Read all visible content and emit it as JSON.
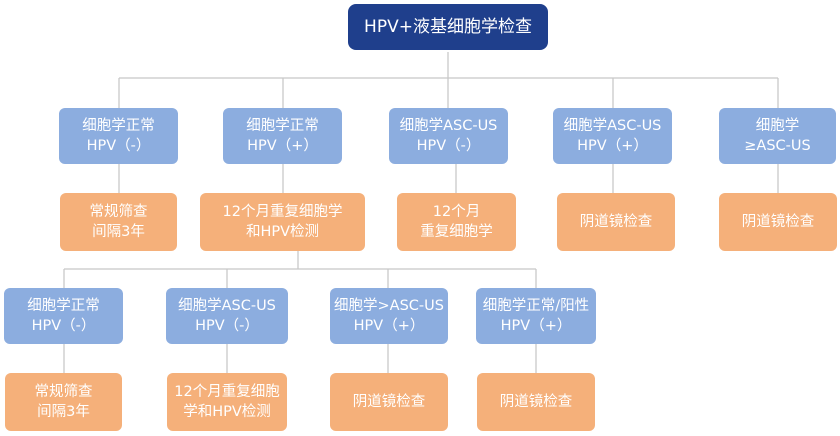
{
  "colors": {
    "root": "#1f3f8c",
    "condition_box": "#8caddf",
    "action_box": "#f5b07a",
    "connector": "#c8c8c8"
  },
  "root": {
    "label": "HPV+液基细胞学检查"
  },
  "level1_conditions": [
    {
      "label": "细胞学正常\nHPV（-）"
    },
    {
      "label": "细胞学正常\nHPV（+）"
    },
    {
      "label": "细胞学ASC-US\nHPV（-）"
    },
    {
      "label": "细胞学ASC-US\nHPV（+）"
    },
    {
      "label": "细胞学\n≥ASC-US"
    }
  ],
  "level1_actions": [
    {
      "label": "常规筛查\n间隔3年"
    },
    {
      "label": "12个月重复细胞学\n和HPV检测"
    },
    {
      "label": "12个月\n重复细胞学"
    },
    {
      "label": "阴道镜检查"
    },
    {
      "label": "阴道镜检查"
    }
  ],
  "level2_conditions": [
    {
      "label": "细胞学正常\nHPV（-）"
    },
    {
      "label": "细胞学ASC-US\nHPV（-）"
    },
    {
      "label": "细胞学>ASC-US\nHPV（+）"
    },
    {
      "label": "细胞学正常/阳性\nHPV（+）"
    }
  ],
  "level2_actions": [
    {
      "label": "常规筛查\n间隔3年"
    },
    {
      "label": "12个月重复细胞\n学和HPV检测"
    },
    {
      "label": "阴道镜检查"
    },
    {
      "label": "阴道镜检查"
    }
  ]
}
